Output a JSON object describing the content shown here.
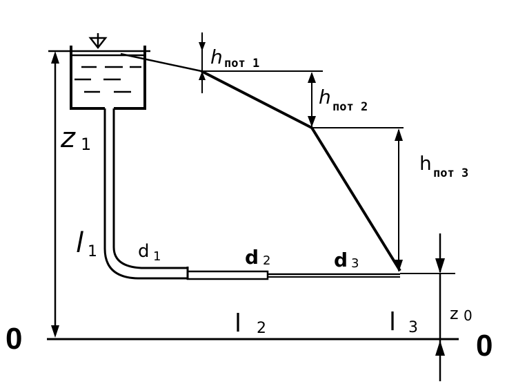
{
  "diagram": {
    "labels": {
      "h_pot1": "h",
      "h_pot1_sub": "пот 1",
      "h_pot2": "h",
      "h_pot2_sub": "пот 2",
      "h_pot3": "h",
      "h_pot3_sub": "пот 3",
      "z1": "z",
      "z1_sub": "1",
      "z0": "z",
      "z0_sub": "0",
      "l1": "l",
      "l1_sub": "1",
      "l2": "l",
      "l2_sub": "2",
      "l3": "l",
      "l3_sub": "3",
      "d1": "d",
      "d1_sub": "1",
      "d2": "d",
      "d2_sub": "2",
      "d3": "d",
      "d3_sub": "3",
      "datum_left": "0",
      "datum_right": "0"
    },
    "colors": {
      "ink": "#000000",
      "background": "#ffffff"
    }
  }
}
